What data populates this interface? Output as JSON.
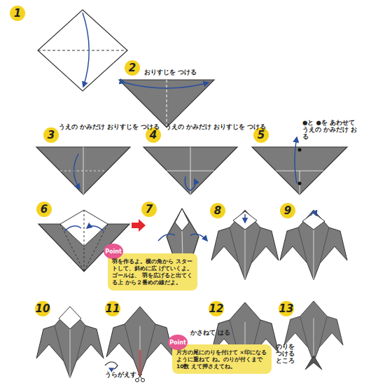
{
  "diagram": {
    "nodes": [
      {
        "text": [
          "1"
        ]
      },
      {
        "text": [
          "2"
        ]
      },
      {
        "text": [
          "3"
        ]
      },
      {
        "text": [
          "4"
        ]
      },
      {
        "text": [
          "5"
        ]
      },
      {
        "text": [
          "6"
        ]
      },
      {
        "text": [
          "7"
        ]
      },
      {
        "text": [
          "8"
        ]
      },
      {
        "text": [
          "9"
        ]
      },
      {
        "text": [
          "Point",
          "羽を作るよ。横の角から スタートして、斜めに広 げていくよ。ゴールは、 羽を広げると出てくる上 から２番めの線だよ。"
        ]
      },
      {
        "text": [
          "10"
        ]
      },
      {
        "text": [
          "11"
        ]
      },
      {
        "text": [
          "12"
        ]
      },
      {
        "text": [
          "13"
        ]
      },
      {
        "text": [
          "Point",
          "片方の尾にのりを付けて ×印になるように重ねて ね。のりが付くまで10数 えて押さえてね。"
        ]
      }
    ],
    "labels": [
      "おりすじを つける",
      "うえの かみだけ おりすじを つける",
      "うえの かみだけ おりすじを つける",
      "●と ●を あわせて うえの かみだけ おる",
      "うらがえす",
      "かさねて はる",
      "のりを つける ところ"
    ]
  }
}
